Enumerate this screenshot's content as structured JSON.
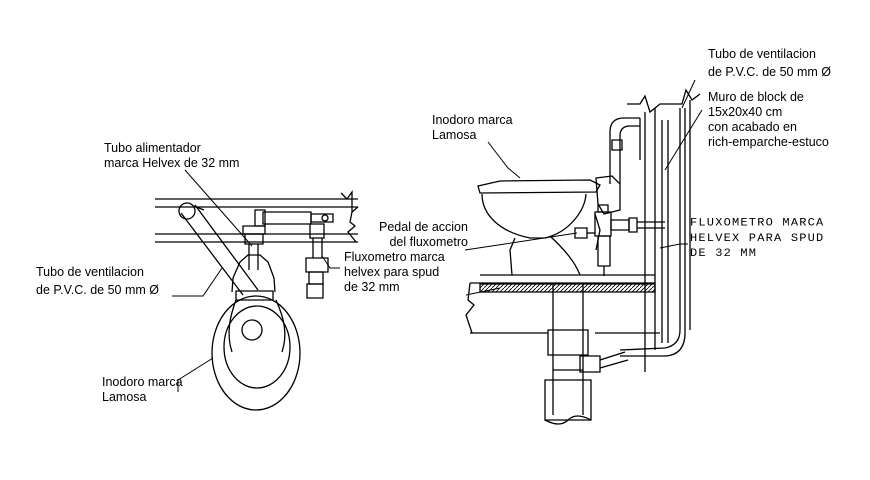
{
  "labels": {
    "tubo_alimentador": [
      "Tubo alimentador",
      "marca Helvex de 32 mm"
    ],
    "ventilacion_left": [
      "Tubo de ventilacion",
      "de P.V.C. de 50 mm Ø"
    ],
    "inodoro_left": [
      "Inodoro marca",
      "Lamosa"
    ],
    "fluxometro_left": [
      "Fluxometro marca",
      "helvex para spud",
      "de 32 mm"
    ],
    "inodoro_right": [
      "Inodoro marca",
      "Lamosa"
    ],
    "pedal": [
      "Pedal de accion",
      "del fluxometro"
    ],
    "ventilacion_right": [
      "Tubo de ventilacion",
      "de P.V.C. de 50 mm Ø"
    ],
    "muro": [
      "Muro de block de",
      "15x20x40 cm",
      "con acabado en",
      "rich-emparche-estuco"
    ],
    "fluxometro_right": [
      "FLUXOMETRO MARCA",
      "HELVEX PARA SPUD",
      "DE 32 MM"
    ]
  }
}
